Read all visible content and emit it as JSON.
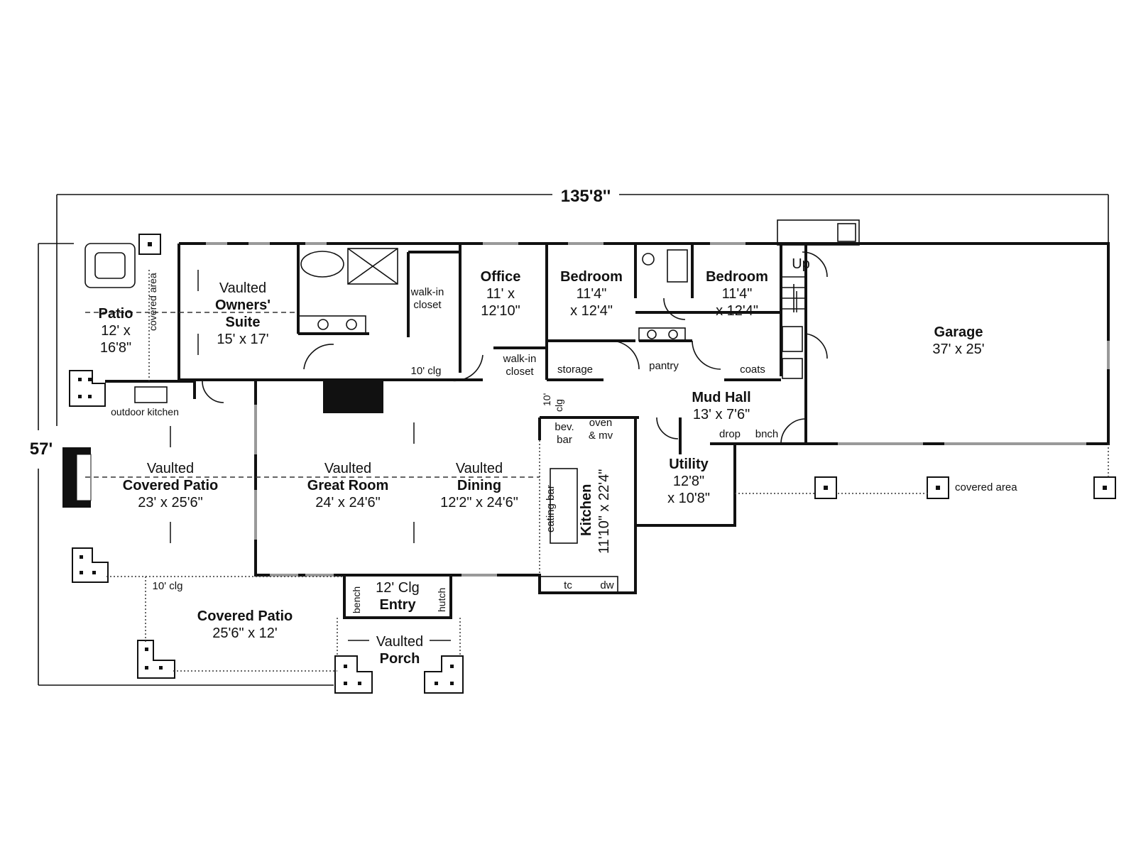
{
  "dimensions": {
    "overall_width": "135'8''",
    "overall_depth": "57'"
  },
  "rooms": {
    "patio": {
      "name": "Patio",
      "size1": "12' x",
      "size2": "16'8\""
    },
    "patio_covered_area": "covered area",
    "outdoor_kitchen": "outdoor kitchen",
    "owners_suite": {
      "prefix": "Vaulted",
      "name": "Owners'",
      "name2": "Suite",
      "size": "15' x 17'"
    },
    "walk_in_closet_1": {
      "line1": "walk-in",
      "line2": "closet"
    },
    "ceiling_10_a": "10' clg",
    "office": {
      "name": "Office",
      "size1": "11' x",
      "size2": "12'10\""
    },
    "walk_in_closet_2": {
      "line1": "walk-in",
      "line2": "closet"
    },
    "bedroom_1": {
      "name": "Bedroom",
      "size1": "11'4\"",
      "size2": "x 12'4\""
    },
    "storage": "storage",
    "bedroom_2": {
      "name": "Bedroom",
      "size1": "11'4\"",
      "size2": "x 12'4\""
    },
    "pantry": "pantry",
    "coats": "coats",
    "stair_up": "Up",
    "garage": {
      "name": "Garage",
      "size": "37' x 25'"
    },
    "mud_hall": {
      "name": "Mud Hall",
      "size": "13' x 7'6\""
    },
    "drop": "drop",
    "bench_mud": "bnch",
    "ceiling_10_b": {
      "line1": "10'",
      "line2": "clg"
    },
    "bev_bar": {
      "line1": "bev.",
      "line2": "bar"
    },
    "oven": {
      "line1": "oven",
      "line2": "& mv"
    },
    "utility": {
      "name": "Utility",
      "size1": "12'8\"",
      "size2": "x 10'8\""
    },
    "garage_covered_area": "covered area",
    "covered_patio_1": {
      "prefix": "Vaulted",
      "name": "Covered Patio",
      "size": "23' x 25'6\""
    },
    "great_room": {
      "prefix": "Vaulted",
      "name": "Great Room",
      "size": "24' x 24'6\""
    },
    "dining": {
      "prefix": "Vaulted",
      "name": "Dining",
      "size": "12'2\" x 24'6\""
    },
    "eating_bar": "eating bar",
    "kitchen": {
      "name": "Kitchen",
      "size": "11'10\" x 22'4\""
    },
    "tc": "tc",
    "dw": "dw",
    "ceiling_10_c": "10' clg",
    "entry": {
      "prefix": "12' Clg",
      "name": "Entry"
    },
    "bench_entry": "bench",
    "hutch": "hutch",
    "covered_patio_2": {
      "name": "Covered Patio",
      "size": "25'6\" x 12'"
    },
    "porch": {
      "prefix": "Vaulted",
      "name": "Porch"
    }
  }
}
